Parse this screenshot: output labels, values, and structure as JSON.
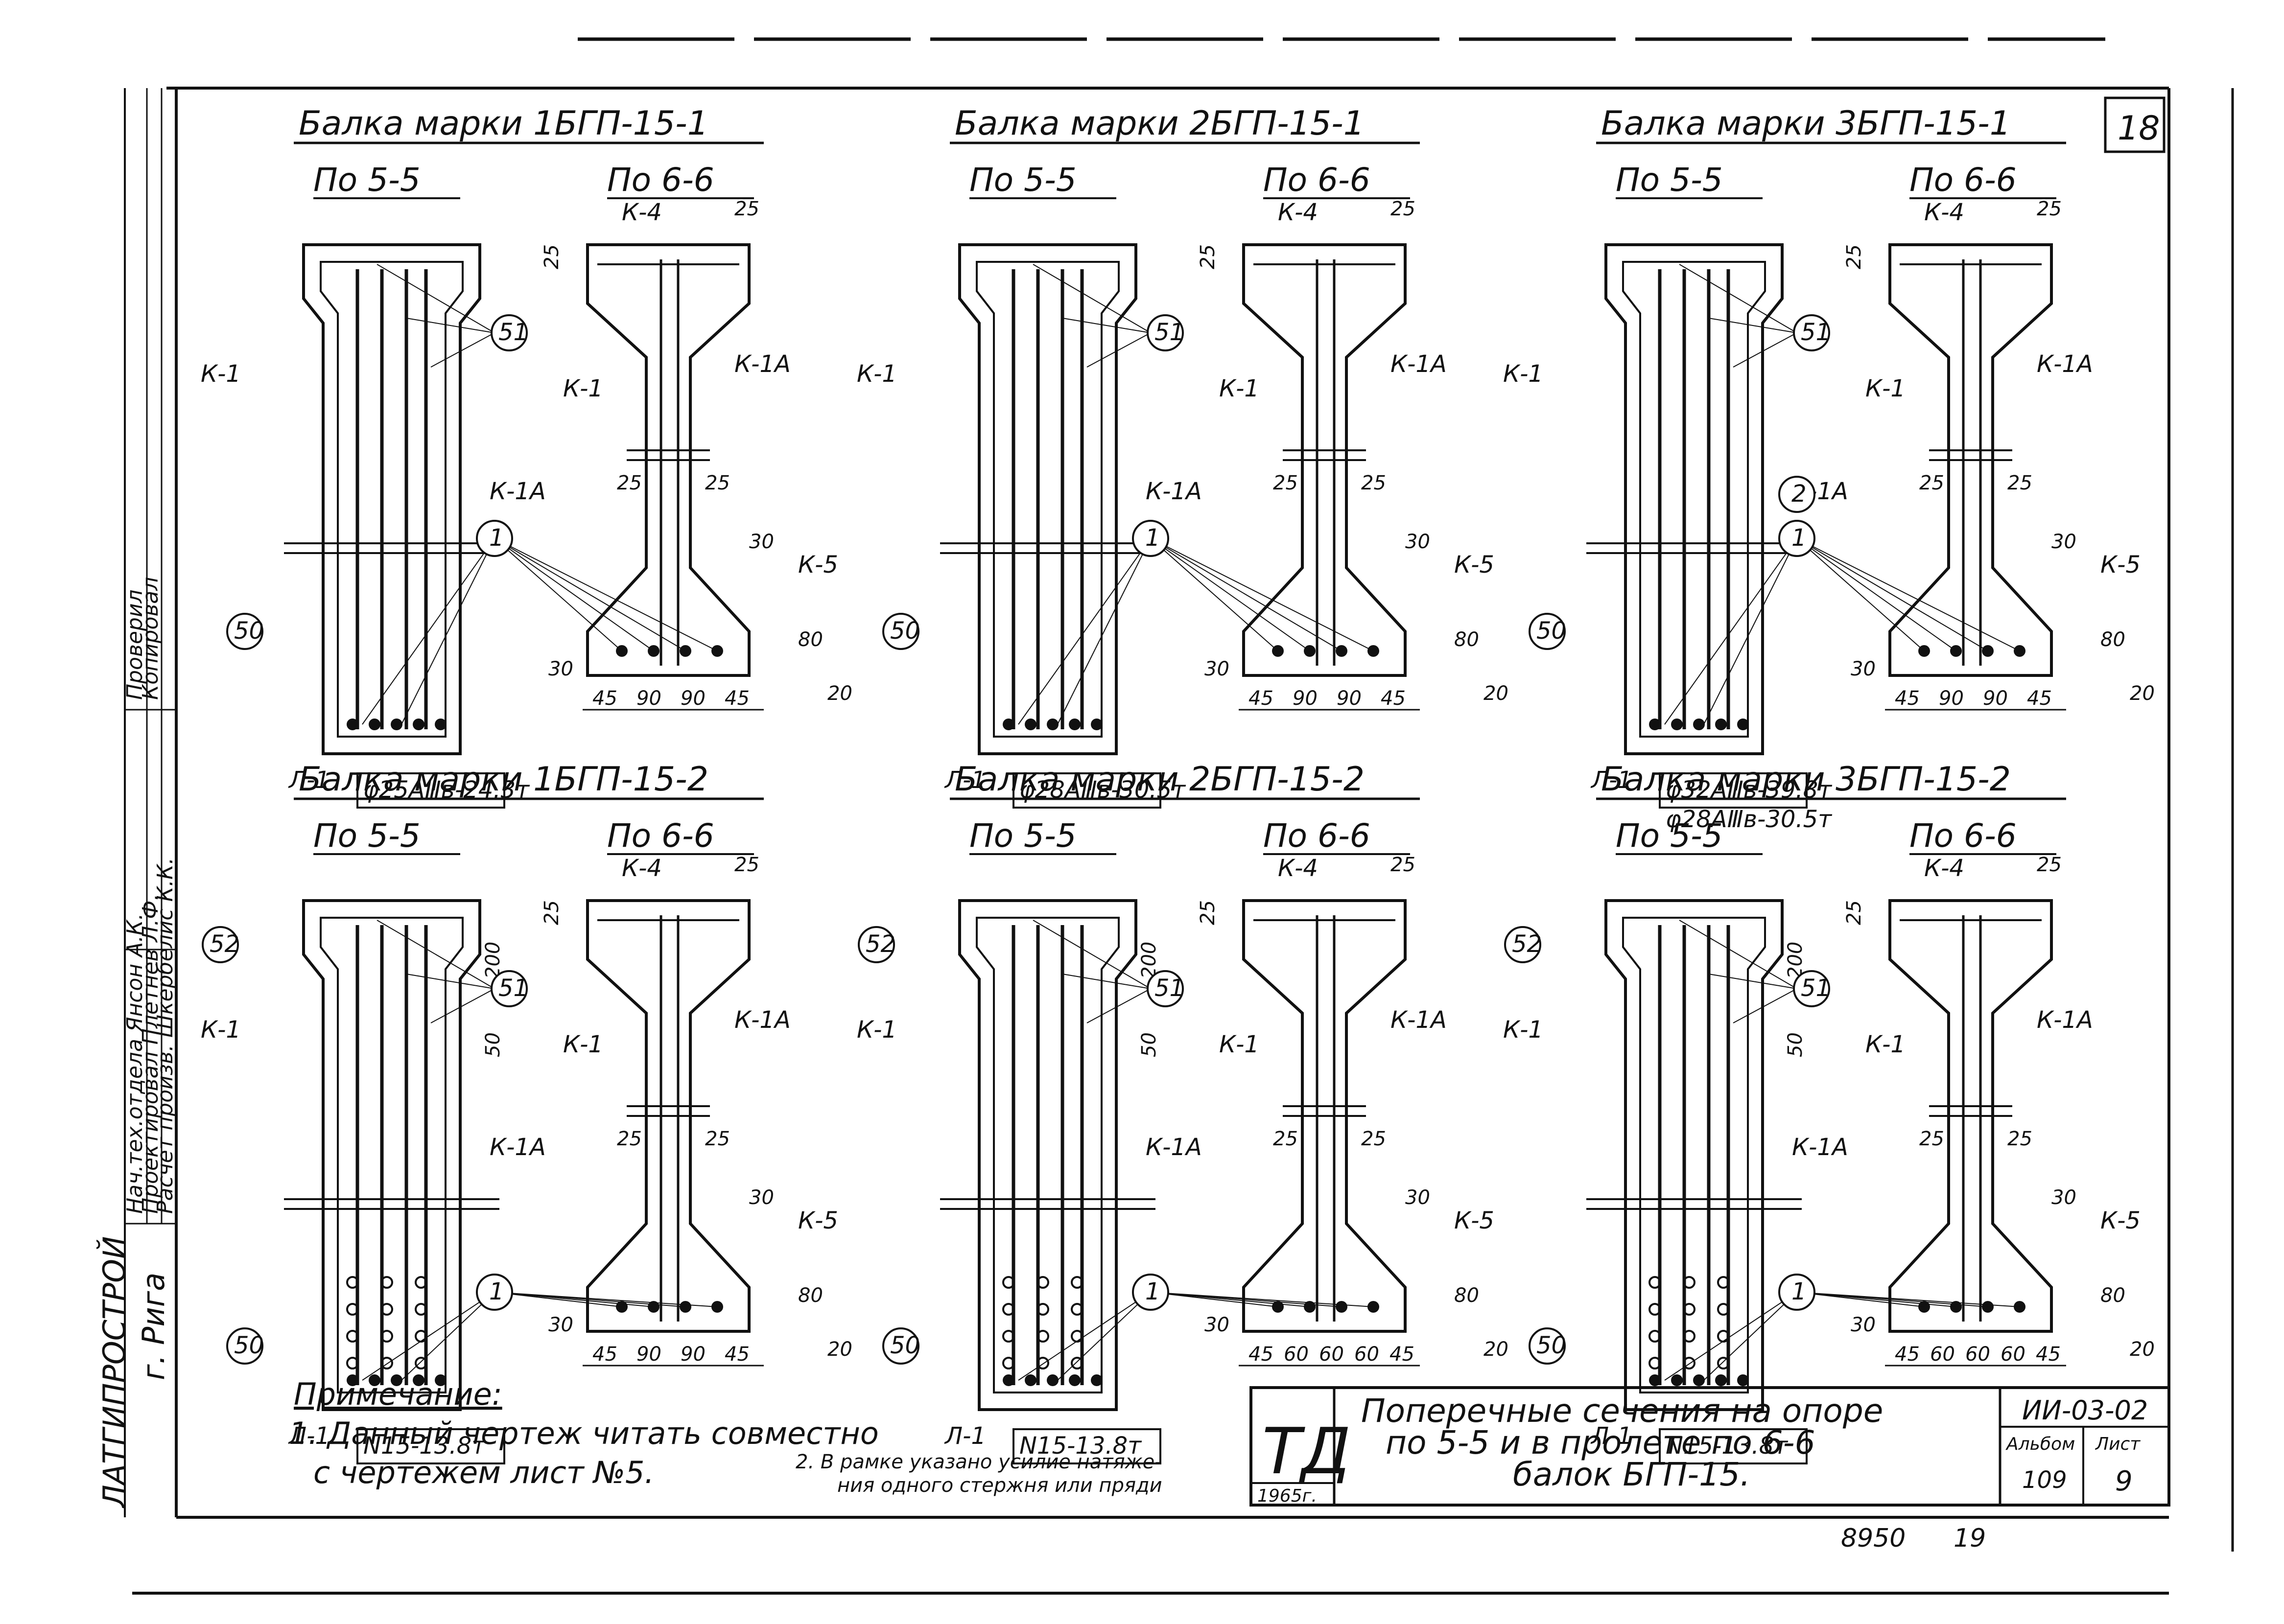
{
  "sheet_no": "18",
  "beams": [
    {
      "title": "Балка марки 1БГП-15-1",
      "sec_a": "По 5-5",
      "sec_b": "По 6-6",
      "box": "φ25АⅢв-24.3т",
      "box2": "",
      "mark_mid": "51",
      "mark_bot": "1",
      "mark_bot2": "",
      "mark_top": "",
      "mark_left": "50"
    },
    {
      "title": "Балка марки 2БГП-15-1",
      "sec_a": "По 5-5",
      "sec_b": "По 6-6",
      "box": "φ28АⅢв-30.5т",
      "box2": "",
      "mark_mid": "51",
      "mark_bot": "1",
      "mark_bot2": "",
      "mark_top": "",
      "mark_left": "50"
    },
    {
      "title": "Балка марки 3БГП-15-1",
      "sec_a": "По 5-5",
      "sec_b": "По 6-6",
      "box": "φ32АⅢв-39.8т",
      "box2": "φ28АⅢв-30.5т",
      "mark_mid": "51",
      "mark_bot": "1",
      "mark_bot2": "2",
      "mark_top": "",
      "mark_left": "50"
    },
    {
      "title": "Балка марки 1БГП-15-2",
      "sec_a": "По 5-5",
      "sec_b": "По 6-6",
      "box": "N15-13.8т",
      "box2": "",
      "mark_mid": "51",
      "mark_bot": "1",
      "mark_bot2": "",
      "mark_top": "52",
      "mark_left": "50"
    },
    {
      "title": "Балка марки 2БГП-15-2",
      "sec_a": "По 5-5",
      "sec_b": "По 6-6",
      "box": "N15-13.8т",
      "box2": "",
      "mark_mid": "51",
      "mark_bot": "1",
      "mark_bot2": "",
      "mark_top": "52",
      "mark_left": "50"
    },
    {
      "title": "Балка марки 3БГП-15-2",
      "sec_a": "По 5-5",
      "sec_b": "По 6-6",
      "box": "N15-13.8т",
      "box2": "",
      "mark_mid": "51",
      "mark_bot": "1",
      "mark_bot2": "",
      "mark_top": "52",
      "mark_left": "50"
    }
  ],
  "labels": {
    "k1": "К-1",
    "k1a": "К-1А",
    "k4": "К-4",
    "k5": "К-5",
    "l1": "Л-1"
  },
  "dims": {
    "d25": "25",
    "d30": "30",
    "d45": "45",
    "d90": "90",
    "d80": "80",
    "d20": "20",
    "d200": "200",
    "d50": "50",
    "d60": "60"
  },
  "note": {
    "heading": "Примечание:",
    "line1": "1. Данный чертеж читать совместно",
    "line2": "с чертежем лист №5.",
    "line3": "2. В рамке указано усилие натяже-",
    "line4": "ния одного стержня или пряди"
  },
  "stamp": {
    "td": "ТД",
    "year": "1965г.",
    "title1": "Поперечные сечения на опоре",
    "title2": "по 5-5 и в пролете по 6-6",
    "title3": "балок БГП-15.",
    "code": "ИИ-03-02",
    "album_label": "Альбом",
    "album": "109",
    "sheet_label": "Лист",
    "sheet": "9"
  },
  "footer": {
    "num1": "8950",
    "num2": "19"
  },
  "side": {
    "org": "ЛАТГИПРОСТРОЙ",
    "city": "г. Рига",
    "r1": "Нач.тех.отдела Янсон А.К.",
    "r2": "Проектировал Плетнев Л.Ф.",
    "r3": "Расчет произв. Шкербелис К.К.",
    "r4": "Проверил",
    "r5": "Копировал"
  }
}
